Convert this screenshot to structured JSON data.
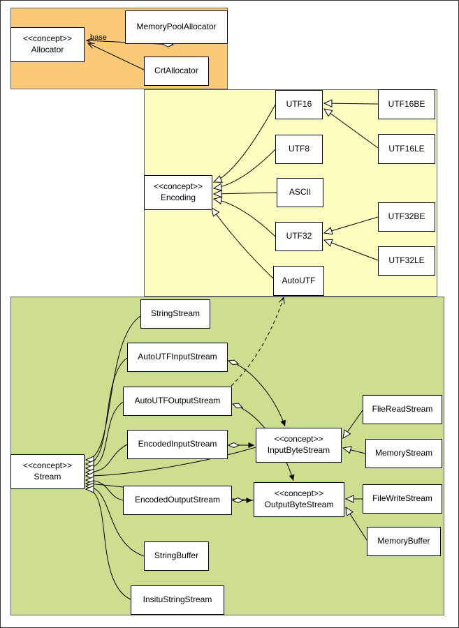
{
  "diagram": {
    "regions": {
      "allocator": {
        "color": "#fbca77"
      },
      "encoding": {
        "color": "#fdfdc0"
      },
      "stream": {
        "color": "#ccdf8e"
      }
    },
    "node_style": {
      "fill": "#ffffff",
      "border": "#000000",
      "line": "#000000"
    },
    "nodes": {
      "allocator": {
        "label": "<<concept>>\nAllocator"
      },
      "memoryPoolAllocator": {
        "label": "MemoryPoolAllocator"
      },
      "crtAllocator": {
        "label": "CrtAllocator"
      },
      "encoding": {
        "label": "<<concept>>\nEncoding"
      },
      "utf16": {
        "label": "UTF16"
      },
      "utf8": {
        "label": "UTF8"
      },
      "ascii": {
        "label": "ASCII"
      },
      "utf32": {
        "label": "UTF32"
      },
      "autoUtf": {
        "label": "AutoUTF"
      },
      "utf16be": {
        "label": "UTF16BE"
      },
      "utf16le": {
        "label": "UTF16LE"
      },
      "utf32be": {
        "label": "UTF32BE"
      },
      "utf32le": {
        "label": "UTF32LE"
      },
      "stringStream": {
        "label": "StringStream"
      },
      "autoUtfInputStream": {
        "label": "AutoUTFInputStream"
      },
      "autoUtfOutputStream": {
        "label": "AutoUTFOutputStream"
      },
      "encodedInputStream": {
        "label": "EncodedInputStream"
      },
      "stream": {
        "label": "<<concept>>\nStream"
      },
      "encodedOutputStream": {
        "label": "EncodedOutputStream"
      },
      "stringBuffer": {
        "label": "StringBuffer"
      },
      "insituStringStream": {
        "label": "InsituStringStream"
      },
      "inputByteStream": {
        "label": "<<concept>>\nInputByteStream"
      },
      "outputByteStream": {
        "label": "<<concept>>\nOutputByteStream"
      },
      "flieReadStream": {
        "label": "FlieReadStream"
      },
      "memoryStream": {
        "label": "MemoryStream"
      },
      "fileWriteStream": {
        "label": "FileWriteStream"
      },
      "memoryBuffer": {
        "label": "MemoryBuffer"
      }
    },
    "edge_labels": {
      "base": "base"
    }
  }
}
